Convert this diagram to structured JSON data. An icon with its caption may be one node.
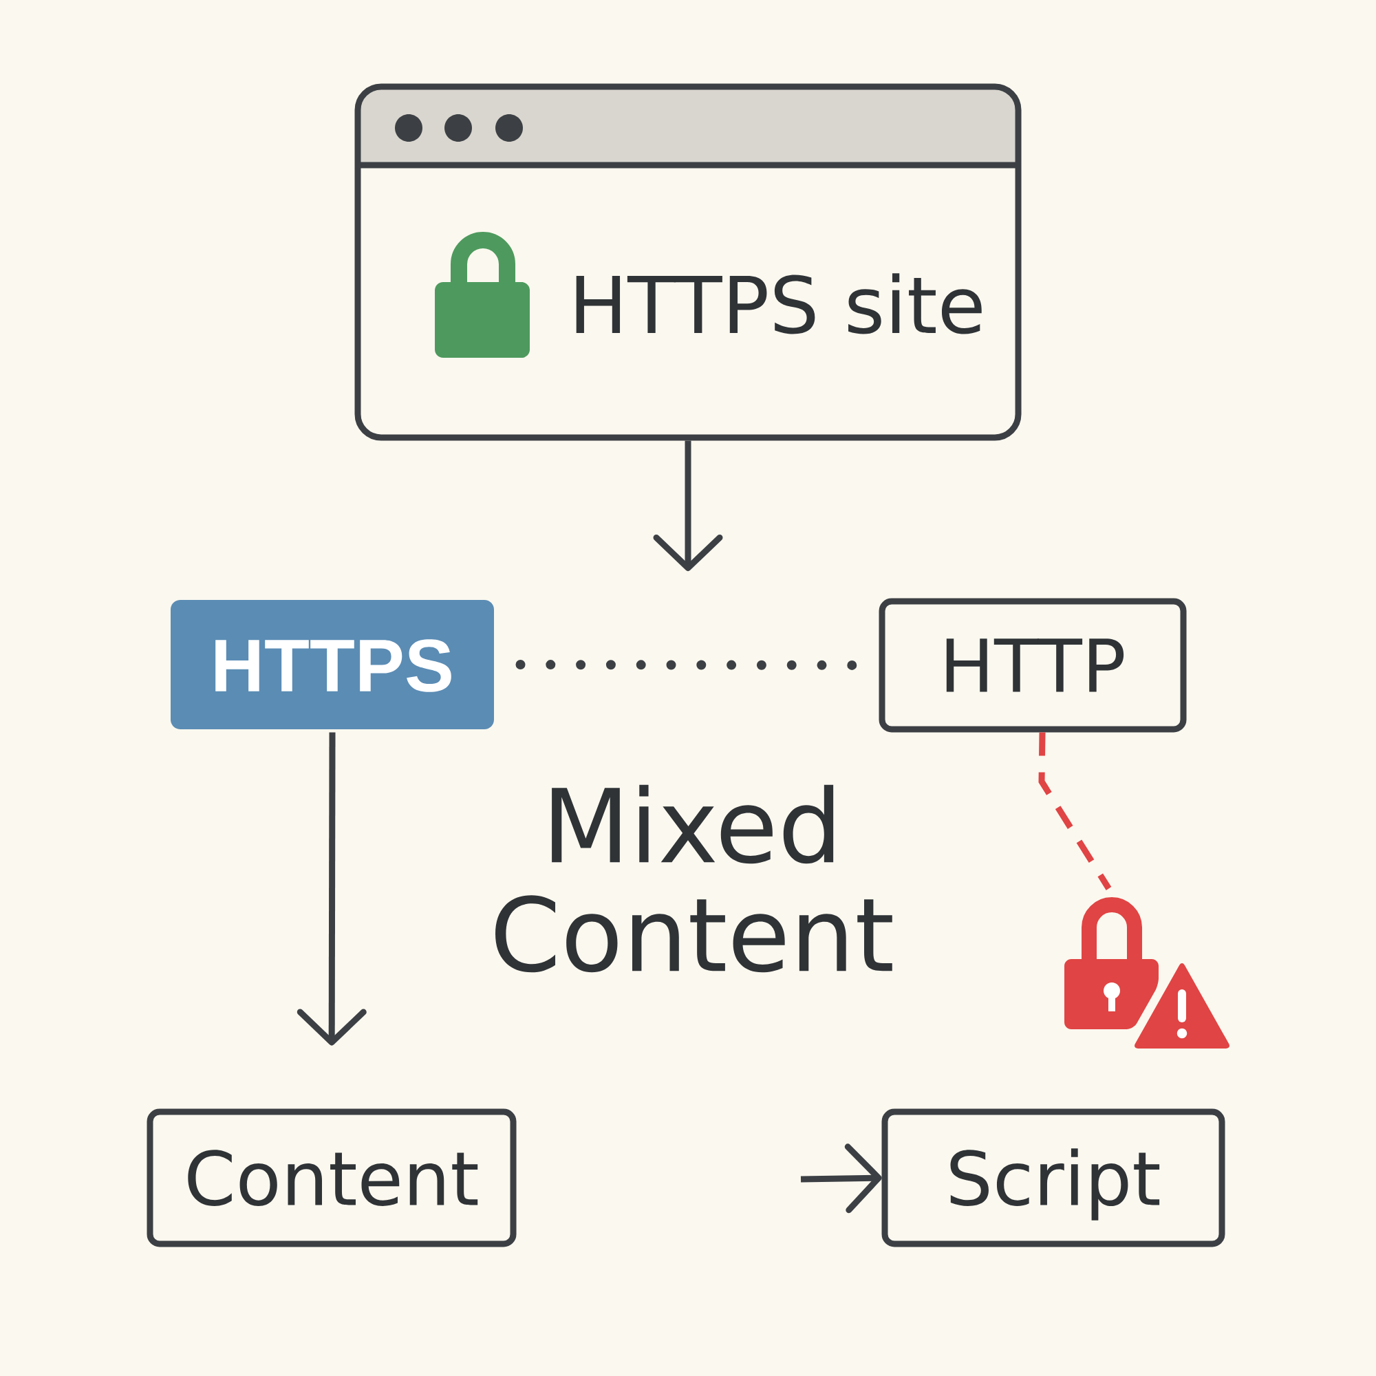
{
  "diagram": {
    "nodes": [
      {
        "text": [
          "HTTPS site"
        ]
      },
      {
        "text": [
          "HTTPS"
        ]
      },
      {
        "text": [
          "HTTP"
        ]
      },
      {
        "text": [
          "Content"
        ]
      },
      {
        "text": [
          "Script"
        ]
      },
      {
        "text": [],
        "shape": "picture"
      }
    ],
    "edges": [
      {
        "from": 0,
        "to": null,
        "arrow": "to"
      },
      {
        "from": 1,
        "to": 2,
        "arrow": "none",
        "style": "dashed"
      },
      {
        "from": 1,
        "to": 3,
        "arrow": "to"
      },
      {
        "from": 2,
        "to": 5,
        "arrow": "none",
        "style": "dashed",
        "color": "#e04444"
      },
      {
        "from": null,
        "to": 4,
        "arrow": "to"
      }
    ],
    "labels": [
      "Mixed Content"
    ]
  }
}
